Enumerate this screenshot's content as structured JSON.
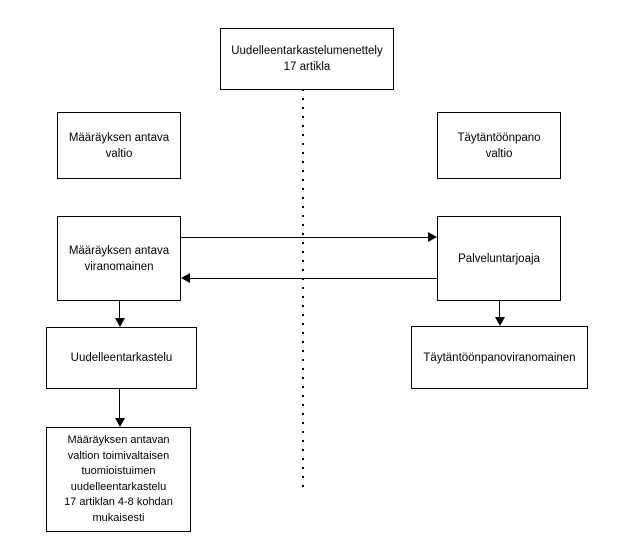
{
  "diagram": {
    "title_box": {
      "id": "review-procedure",
      "label": "Uudelleentarkastelumenettely\n17 artikla"
    },
    "columns": {
      "left": {
        "label": "Määräyksen antava\nvaltio"
      },
      "right": {
        "label": "Täytäntöönpano\nvaltio"
      }
    },
    "nodes": [
      {
        "id": "issuing-state",
        "label": "Määräyksen antava\nvaltio"
      },
      {
        "id": "enforcing-state",
        "label": "Täytäntöönpano\nvaltio"
      },
      {
        "id": "issuing-authority",
        "label": "Määräyksen antava\nviranomainen"
      },
      {
        "id": "service-provider",
        "label": "Palveluntarjoaja"
      },
      {
        "id": "review",
        "label": "Uudelleentarkastelu"
      },
      {
        "id": "enforcing-authority",
        "label": "Täytäntöönpanoviranomainen"
      },
      {
        "id": "competent-court",
        "label": "Määräyksen antavan\nvaltion toimivaltaisen\ntuomioistuimen\nuudelleentarkastelu\n17 artiklan 4-8 kohdan\nmukaisesti"
      }
    ],
    "edges": [
      {
        "id": "issuing-authority-to-provider",
        "from": "issuing-authority",
        "to": "service-provider",
        "direction": "right",
        "label": ""
      },
      {
        "id": "provider-to-issuing-authority",
        "from": "service-provider",
        "to": "issuing-authority",
        "direction": "left",
        "label": ""
      },
      {
        "id": "issuing-authority-to-review",
        "from": "issuing-authority",
        "to": "review",
        "direction": "down",
        "label": ""
      },
      {
        "id": "review-to-court",
        "from": "review",
        "to": "competent-court",
        "direction": "down",
        "label": ""
      },
      {
        "id": "provider-to-enforcing-authority",
        "from": "service-provider",
        "to": "enforcing-authority",
        "direction": "down",
        "label": ""
      }
    ],
    "divider": {
      "id": "state-border-divider",
      "style": "dotted-vertical"
    },
    "colors": {
      "background": "#ffffff",
      "stroke": "#000000",
      "text": "#000000"
    }
  }
}
